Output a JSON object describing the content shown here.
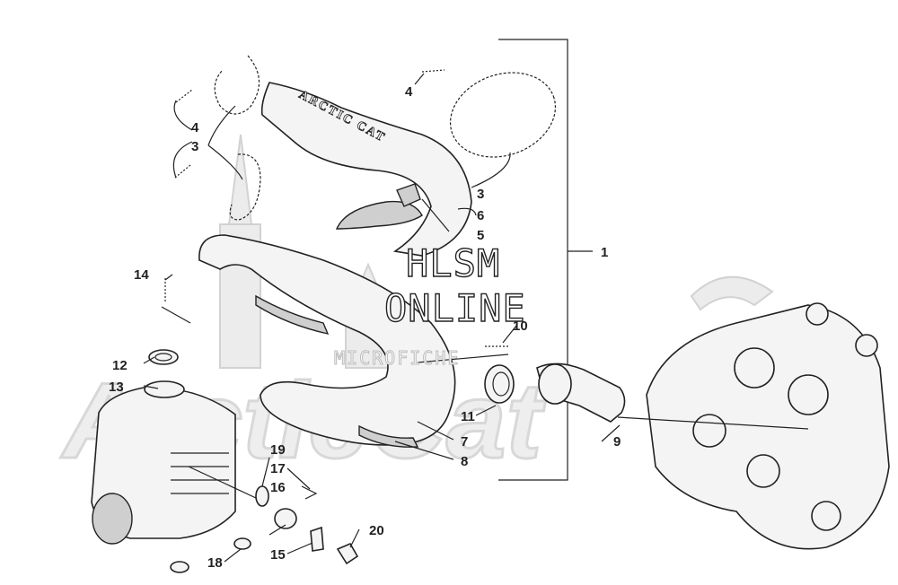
{
  "watermark": {
    "line1": "HLSM",
    "line2": "ONLINE",
    "line3": "MICROFICHE",
    "background": "ArcticCat"
  },
  "shield_text": "ARCTIC CAT",
  "callouts": {
    "c1": "1",
    "c3a": "3",
    "c3b": "3",
    "c4a": "4",
    "c4b": "4",
    "c5": "5",
    "c6": "6",
    "c7": "7",
    "c8": "8",
    "c9": "9",
    "c10": "10",
    "c11": "11",
    "c12": "12",
    "c13": "13",
    "c14": "14",
    "c15": "15",
    "c16": "16",
    "c17": "17",
    "c18": "18",
    "c19": "19",
    "c20": "20"
  },
  "colors": {
    "ink": "#222222",
    "paper": "#ffffff",
    "ghost": "#d2d2d2"
  }
}
